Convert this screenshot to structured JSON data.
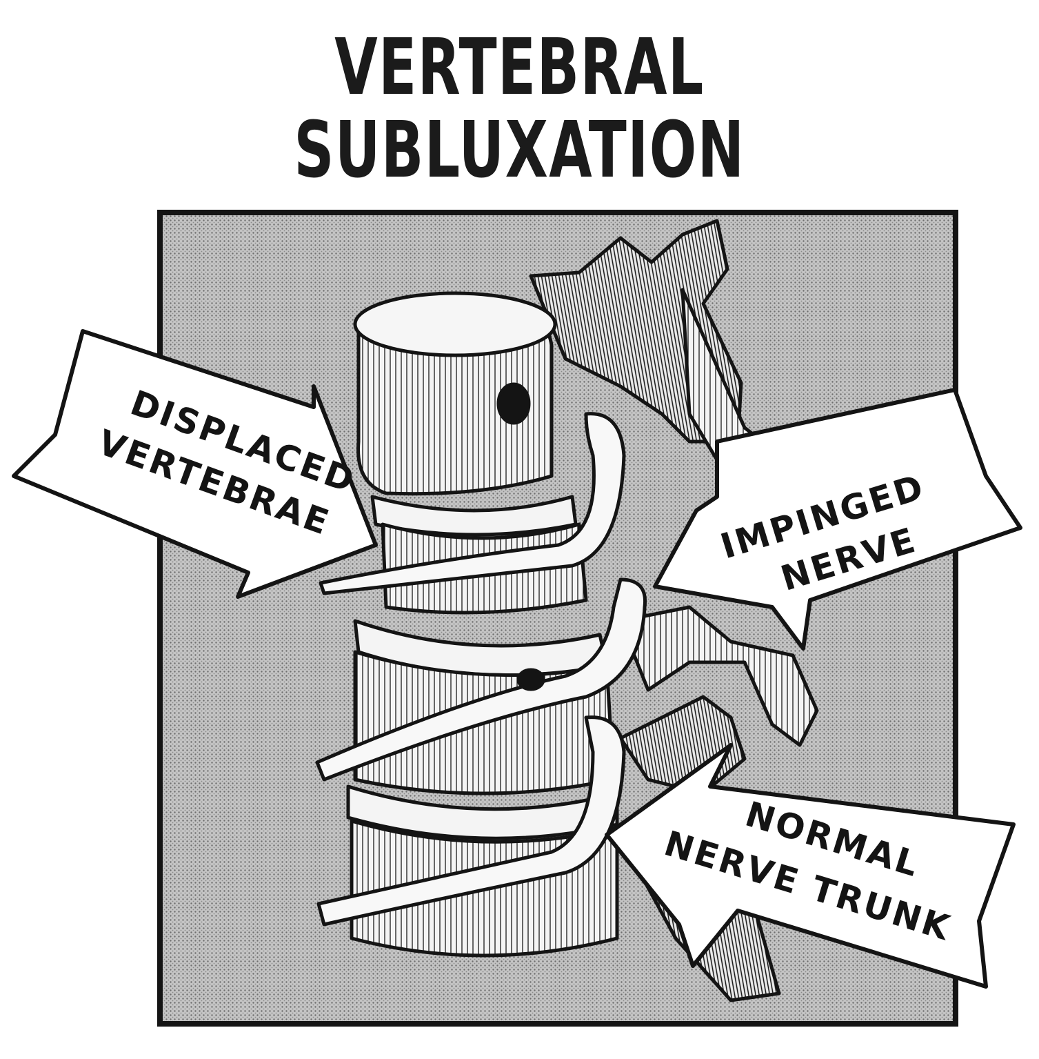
{
  "title": "VERTEBRAL SUBLUXATION",
  "labels": {
    "displaced": [
      "DISPLACED",
      "VERTEBRAE"
    ],
    "impinged": [
      "IMPINGED",
      "NERVE"
    ],
    "normal": [
      "NORMAL",
      "NERVE TRUNK"
    ]
  },
  "colors": {
    "ink": "#141414",
    "panel_tone": "#b9b9b9",
    "paper": "#ffffff"
  }
}
